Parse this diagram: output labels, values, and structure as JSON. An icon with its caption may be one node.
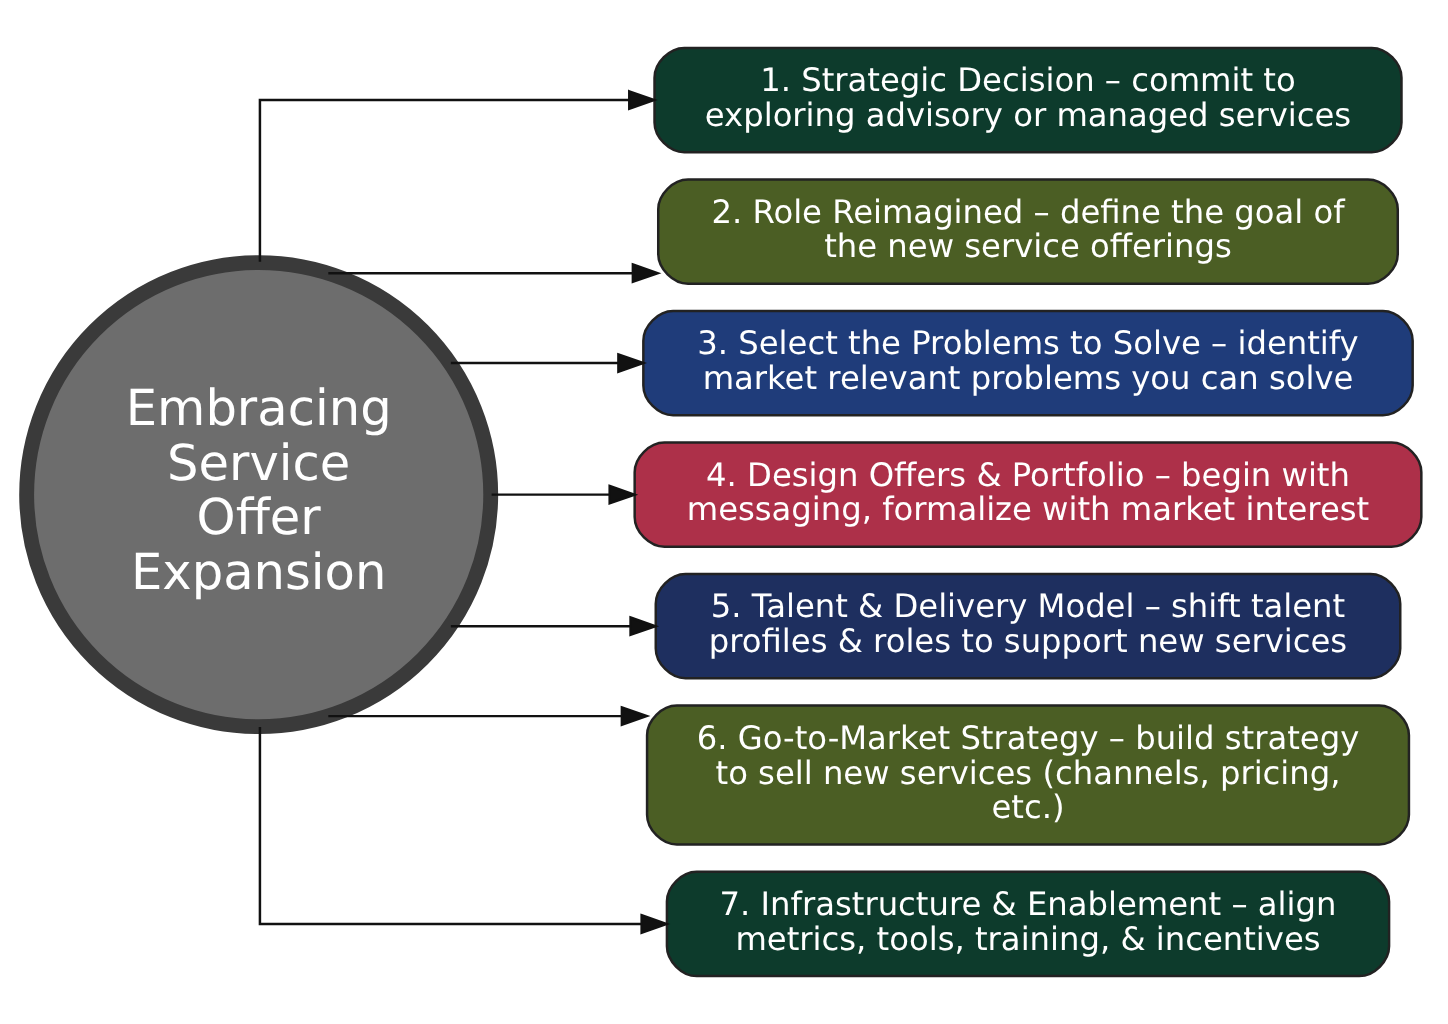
{
  "diagram": {
    "nodes": [
      {
        "text": [
          "Embracing Service Offer Expansion"
        ]
      },
      {
        "text": [
          "1. Strategic Decision – commit to exploring advisory or managed services"
        ]
      },
      {
        "text": [
          "2. Role Reimagined – define the goal of the new service offerings"
        ]
      },
      {
        "text": [
          "3. Select the Problems to Solve – identify market relevant problems you can solve"
        ]
      },
      {
        "text": [
          "4. Design Offers & Portfolio – begin with messaging, formalize with market interest"
        ]
      },
      {
        "text": [
          "5. Talent & Delivery Model – shift talent profiles & roles to support new services"
        ]
      },
      {
        "text": [
          "6. Go-to-Market Strategy – build strategy to sell new services (channels, pricing, etc.)"
        ]
      },
      {
        "text": [
          "7. Infrastructure & Enablement – align metrics, tools, training, & incentives"
        ]
      }
    ],
    "edges": [
      {
        "from": 0,
        "to": 1,
        "arrow": "to"
      },
      {
        "from": 0,
        "to": 2,
        "arrow": "to"
      },
      {
        "from": 0,
        "to": 3,
        "arrow": "to"
      },
      {
        "from": 0,
        "to": 4,
        "arrow": "to"
      },
      {
        "from": 0,
        "to": 5,
        "arrow": "to"
      },
      {
        "from": 0,
        "to": 6,
        "arrow": "to"
      },
      {
        "from": 0,
        "to": 7,
        "arrow": "to"
      }
    ]
  }
}
